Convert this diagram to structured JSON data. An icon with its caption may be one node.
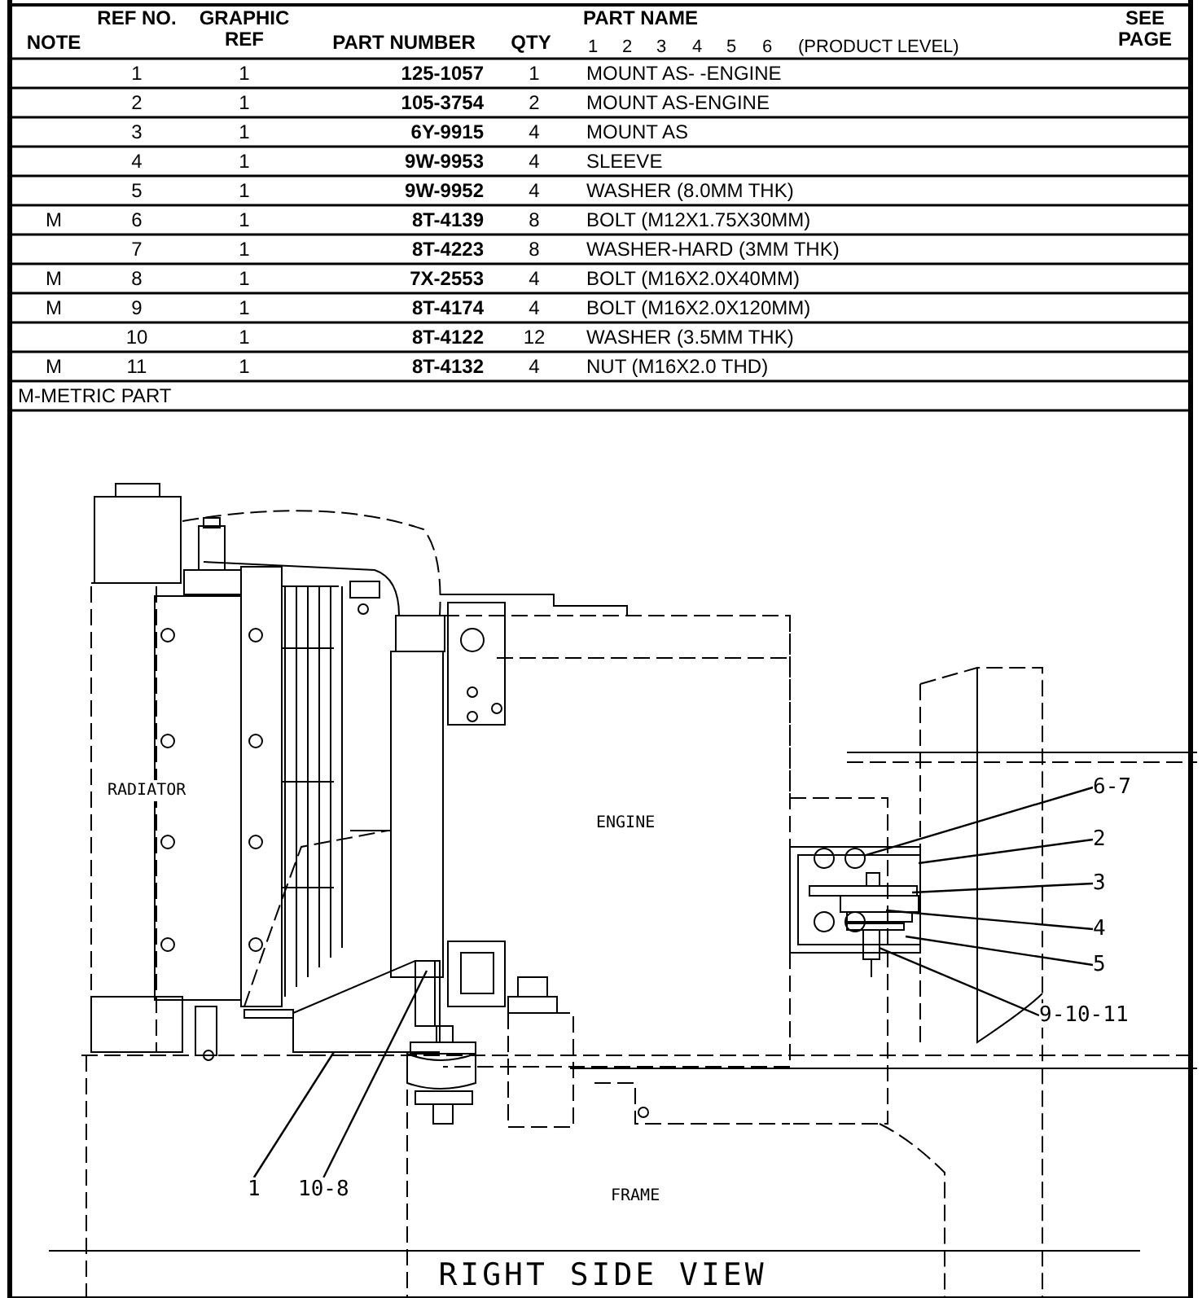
{
  "diagram": {
    "caption": "RIGHT SIDE VIEW",
    "nodes": [
      {
        "text": [
          "6-7"
        ]
      },
      {
        "text": [
          "2"
        ]
      },
      {
        "text": [
          "3"
        ]
      },
      {
        "text": [
          "4"
        ]
      },
      {
        "text": [
          "5"
        ]
      },
      {
        "text": [
          "9-10-11"
        ]
      },
      {
        "text": [
          "1"
        ]
      },
      {
        "text": [
          "10-8"
        ]
      },
      {
        "text": [],
        "shape": "circle"
      },
      {
        "text": [],
        "shape": "bar"
      }
    ],
    "edges": [
      {
        "from": 0,
        "to": 8,
        "arrow": "none"
      },
      {
        "from": 1,
        "to": null,
        "arrow": "none"
      },
      {
        "from": 2,
        "to": null,
        "arrow": "none"
      },
      {
        "from": 3,
        "to": null,
        "arrow": "none"
      },
      {
        "from": 4,
        "to": null,
        "arrow": "none"
      },
      {
        "from": 5,
        "to": 9,
        "arrow": "none"
      },
      {
        "from": 6,
        "to": null,
        "arrow": "none"
      },
      {
        "from": 7,
        "to": null,
        "arrow": "none"
      }
    ],
    "labels": [
      "NOTE",
      "REF NO.",
      "GRAPHIC REF",
      "PART NUMBER",
      "QTY",
      "PART NAME",
      "1",
      "2",
      "3",
      "4",
      "5",
      "6",
      "(PRODUCT LEVEL)",
      "SEE PAGE",
      "1",
      "1",
      "125-1057",
      "1",
      "MOUNT AS- -ENGINE",
      "2",
      "1",
      "105-3754",
      "2",
      "MOUNT AS-ENGINE",
      "3",
      "1",
      "6Y-9915",
      "4",
      "MOUNT AS",
      "4",
      "1",
      "9W-9953",
      "4",
      "SLEEVE",
      "5",
      "1",
      "9W-9952",
      "4",
      "WASHER (8.0MM THK)",
      "M",
      "6",
      "1",
      "8T-4139",
      "8",
      "BOLT (M12X1.75X30MM)",
      "7",
      "1",
      "8T-4223",
      "8",
      "WASHER-HARD (3MM THK)",
      "M",
      "8",
      "1",
      "7X-2553",
      "4",
      "BOLT (M16X2.0X40MM)",
      "M",
      "9",
      "1",
      "8T-4174",
      "4",
      "BOLT (M16X2.0X120MM)",
      "10",
      "1",
      "8T-4122",
      "12",
      "WASHER (3.5MM THK)",
      "M",
      "11",
      "1",
      "8T-4132",
      "4",
      "NUT (M16X2.0 THD)",
      "M-METRIC PART",
      "RADIATOR",
      "ENGINE",
      "FRAME"
    ]
  }
}
